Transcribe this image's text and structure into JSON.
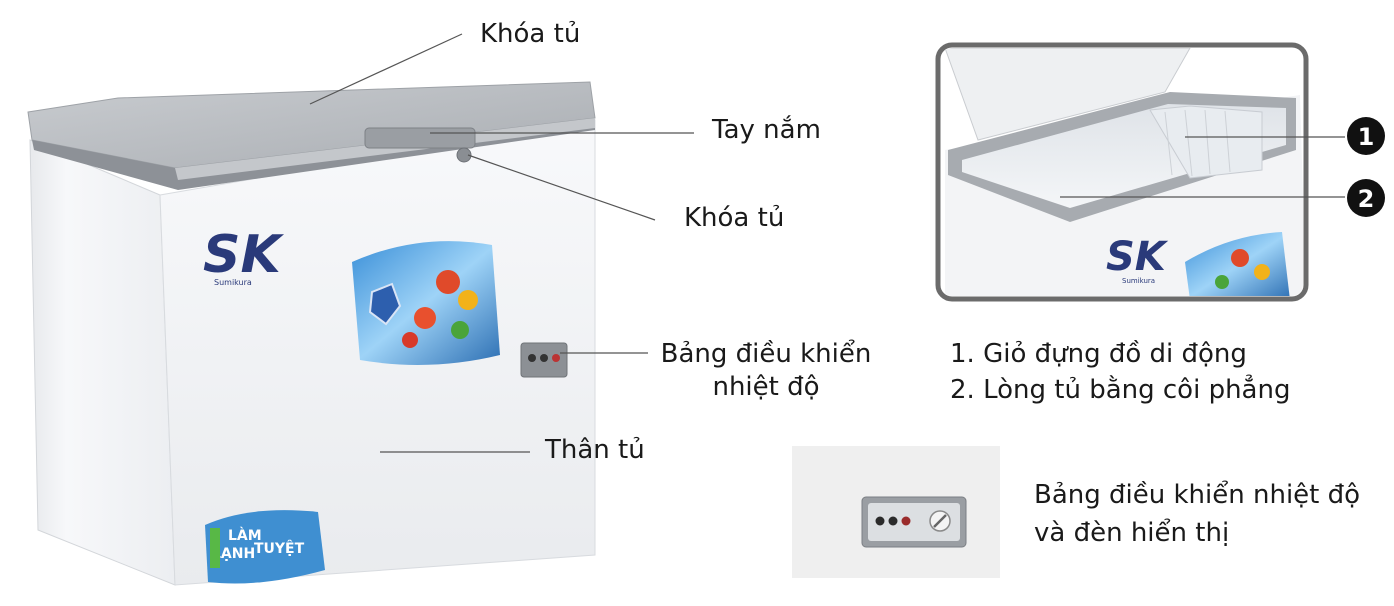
{
  "labels": {
    "lid_lock_top": "Khóa tủ",
    "handle": "Tay nắm",
    "lock": "Khóa tủ",
    "control_panel_line1": "Bảng điều khiển",
    "control_panel_line2": "nhiệt độ",
    "body": "Thân tủ"
  },
  "brand": {
    "logo_text": "SK",
    "logo_sub": "Sumikura",
    "badge_line1": "LÀM",
    "badge_line2": "LẠNH",
    "badge_line3": "TUYỆT"
  },
  "inset": {
    "markers": [
      "1",
      "2"
    ],
    "logo_text": "SK",
    "logo_sub": "Sumikura"
  },
  "legend": {
    "item1": "1. Giỏ đựng đồ di động",
    "item2": "2. Lòng tủ bằng côi phẳng"
  },
  "panel_note": {
    "line1": "Bảng điều khiển nhiệt độ",
    "line2": "và đèn hiển thị"
  },
  "colors": {
    "lid": "#b9bcc0",
    "body": "#f2f3f5",
    "frame": "#6b6b6b",
    "marker": "#111111"
  }
}
